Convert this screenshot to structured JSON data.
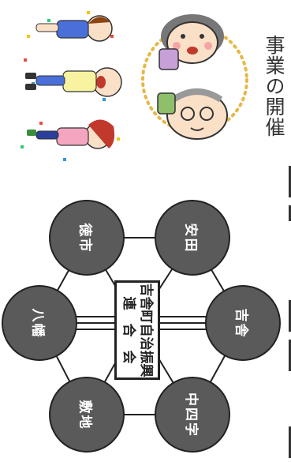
{
  "section": {
    "heading": "事業の開催"
  },
  "network": {
    "center": {
      "line1": "吉舎町自治振興",
      "line2": "連　合　会"
    },
    "nodes": [
      {
        "id": "yasuda",
        "label": "安田"
      },
      {
        "id": "kisa",
        "label": "吉舎"
      },
      {
        "id": "nakagumi",
        "label": "中四字"
      },
      {
        "id": "tokichi",
        "label": "徳市"
      },
      {
        "id": "hachiman",
        "label": "八幡"
      },
      {
        "id": "shikiji",
        "label": "敷地"
      }
    ]
  },
  "colors": {
    "node_fill": "#5a5a5a",
    "line": "#222222",
    "dots": "#e6b84a"
  },
  "icons": [
    "children-jumping-illustration",
    "elderly-couple-illustration"
  ]
}
